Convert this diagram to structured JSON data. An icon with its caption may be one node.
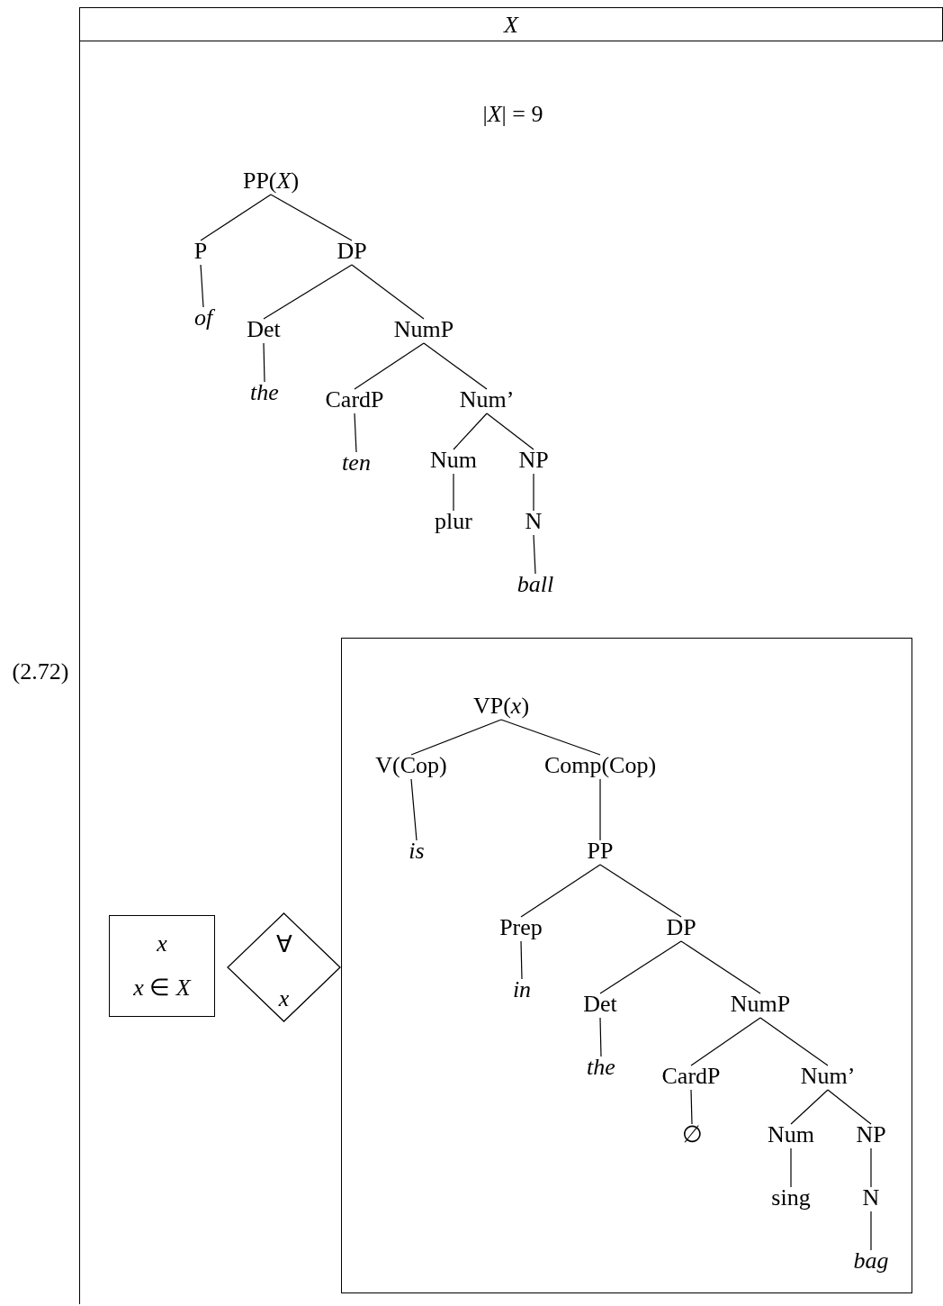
{
  "diagram": {
    "nodes": [
      {
        "text": [
          "*X*"
        ]
      },
      {
        "text": [
          "PP(*X*)"
        ],
        "in": 0
      },
      {
        "text": [
          "P"
        ],
        "in": 0
      },
      {
        "text": [
          "DP"
        ],
        "in": 0
      },
      {
        "text": [
          "*of*"
        ],
        "in": 0
      },
      {
        "text": [
          "Det"
        ],
        "in": 0
      },
      {
        "text": [
          "NumP"
        ],
        "in": 0
      },
      {
        "text": [
          "*the*"
        ],
        "in": 0
      },
      {
        "text": [
          "CardP"
        ],
        "in": 0
      },
      {
        "text": [
          "Num’"
        ],
        "in": 0
      },
      {
        "text": [
          "*ten*"
        ],
        "in": 0
      },
      {
        "text": [
          "Num"
        ],
        "in": 0
      },
      {
        "text": [
          "NP"
        ],
        "in": 0
      },
      {
        "text": [
          "plur"
        ],
        "in": 0
      },
      {
        "text": [
          "N"
        ],
        "in": 0
      },
      {
        "text": [
          "*ball*"
        ],
        "in": 0
      },
      {
        "text": [],
        "shape": "box",
        "in": 0
      },
      {
        "text": [
          "VP(*x*)"
        ],
        "in": 16
      },
      {
        "text": [
          "V(Cop)"
        ],
        "in": 16
      },
      {
        "text": [
          "Comp(Cop)"
        ],
        "in": 16
      },
      {
        "text": [
          "*is*"
        ],
        "in": 16
      },
      {
        "text": [
          "PP"
        ],
        "in": 16
      },
      {
        "text": [
          "Prep"
        ],
        "in": 16
      },
      {
        "text": [
          "DP"
        ],
        "in": 16
      },
      {
        "text": [
          "*in*"
        ],
        "in": 16
      },
      {
        "text": [
          "Det"
        ],
        "in": 16
      },
      {
        "text": [
          "NumP"
        ],
        "in": 16
      },
      {
        "text": [
          "*the*"
        ],
        "in": 16
      },
      {
        "text": [
          "CardP"
        ],
        "in": 16
      },
      {
        "text": [
          "Num’"
        ],
        "in": 16
      },
      {
        "text": [
          "∅"
        ],
        "in": 16
      },
      {
        "text": [
          "Num"
        ],
        "in": 16
      },
      {
        "text": [
          "NP"
        ],
        "in": 16
      },
      {
        "text": [
          "sing"
        ],
        "in": 16
      },
      {
        "text": [
          "N"
        ],
        "in": 16
      },
      {
        "text": [
          "*bag*"
        ],
        "in": 16
      },
      {
        "text": [
          "*x*",
          "*x* ∈ *X*"
        ],
        "in": 0
      },
      {
        "text": [
          "∀",
          "*x*"
        ],
        "in": 0
      }
    ],
    "edges": [
      {
        "from": 1,
        "to": 2,
        "arrow": "none"
      },
      {
        "from": 1,
        "to": 3,
        "arrow": "none"
      },
      {
        "from": 2,
        "to": 4,
        "arrow": "none"
      },
      {
        "from": 3,
        "to": 5,
        "arrow": "none"
      },
      {
        "from": 3,
        "to": 6,
        "arrow": "none"
      },
      {
        "from": 5,
        "to": 7,
        "arrow": "none"
      },
      {
        "from": 6,
        "to": 8,
        "arrow": "none"
      },
      {
        "from": 6,
        "to": 9,
        "arrow": "none"
      },
      {
        "from": 8,
        "to": 10,
        "arrow": "none"
      },
      {
        "from": 9,
        "to": 11,
        "arrow": "none"
      },
      {
        "from": 9,
        "to": 12,
        "arrow": "none"
      },
      {
        "from": 11,
        "to": 13,
        "arrow": "none"
      },
      {
        "from": 12,
        "to": 14,
        "arrow": "none"
      },
      {
        "from": 14,
        "to": 15,
        "arrow": "none"
      },
      {
        "from": 17,
        "to": 18,
        "arrow": "none"
      },
      {
        "from": 17,
        "to": 19,
        "arrow": "none"
      },
      {
        "from": 18,
        "to": 20,
        "arrow": "none"
      },
      {
        "from": 19,
        "to": 21,
        "arrow": "none"
      },
      {
        "from": 21,
        "to": 22,
        "arrow": "none"
      },
      {
        "from": 21,
        "to": 23,
        "arrow": "none"
      },
      {
        "from": 22,
        "to": 24,
        "arrow": "none"
      },
      {
        "from": 23,
        "to": 25,
        "arrow": "none"
      },
      {
        "from": 23,
        "to": 26,
        "arrow": "none"
      },
      {
        "from": 25,
        "to": 27,
        "arrow": "none"
      },
      {
        "from": 26,
        "to": 28,
        "arrow": "none"
      },
      {
        "from": 26,
        "to": 29,
        "arrow": "none"
      },
      {
        "from": 28,
        "to": 30,
        "arrow": "none"
      },
      {
        "from": 29,
        "to": 31,
        "arrow": "none"
      },
      {
        "from": 29,
        "to": 32,
        "arrow": "none"
      },
      {
        "from": 31,
        "to": 33,
        "arrow": "none"
      },
      {
        "from": 32,
        "to": 34,
        "arrow": "none"
      },
      {
        "from": 34,
        "to": 35,
        "arrow": "none"
      }
    ],
    "labels": [
      "|*X*| = 9",
      "(2.72)"
    ]
  }
}
